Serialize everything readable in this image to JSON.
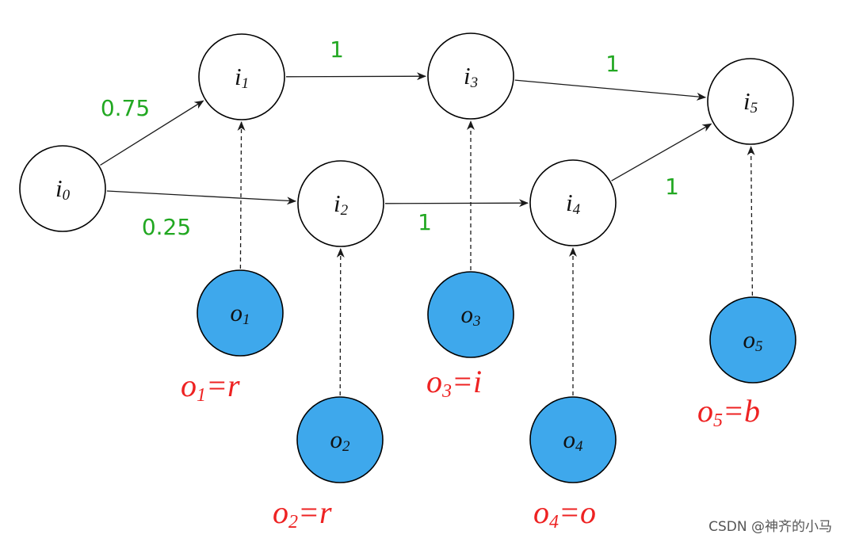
{
  "colors": {
    "hidden_fill": "#ffffff",
    "observed_fill": "#3ea8ec",
    "edge_stroke": "#1a1a1a",
    "weight_text": "#22a822",
    "obs_label_text": "#ee2222"
  },
  "hidden_states": [
    {
      "id": "i0",
      "base": "i",
      "sub": "0"
    },
    {
      "id": "i1",
      "base": "i",
      "sub": "1"
    },
    {
      "id": "i2",
      "base": "i",
      "sub": "2"
    },
    {
      "id": "i3",
      "base": "i",
      "sub": "3"
    },
    {
      "id": "i4",
      "base": "i",
      "sub": "4"
    },
    {
      "id": "i5",
      "base": "i",
      "sub": "5"
    }
  ],
  "observations": [
    {
      "id": "o1",
      "base": "o",
      "sub": "1",
      "target": "i1",
      "label_value": "r"
    },
    {
      "id": "o2",
      "base": "o",
      "sub": "2",
      "target": "i2",
      "label_value": "r"
    },
    {
      "id": "o3",
      "base": "o",
      "sub": "3",
      "target": "i3",
      "label_value": "i"
    },
    {
      "id": "o4",
      "base": "o",
      "sub": "4",
      "target": "i4",
      "label_value": "o"
    },
    {
      "id": "o5",
      "base": "o",
      "sub": "5",
      "target": "i5",
      "label_value": "b"
    }
  ],
  "transitions": [
    {
      "from": "i0",
      "to": "i1",
      "weight": "0.75"
    },
    {
      "from": "i0",
      "to": "i2",
      "weight": "0.25"
    },
    {
      "from": "i1",
      "to": "i3",
      "weight": "1"
    },
    {
      "from": "i2",
      "to": "i4",
      "weight": "1"
    },
    {
      "from": "i3",
      "to": "i5",
      "weight": "1"
    },
    {
      "from": "i4",
      "to": "i5",
      "weight": "1"
    }
  ],
  "watermark": "CSDN @神齐的小马"
}
